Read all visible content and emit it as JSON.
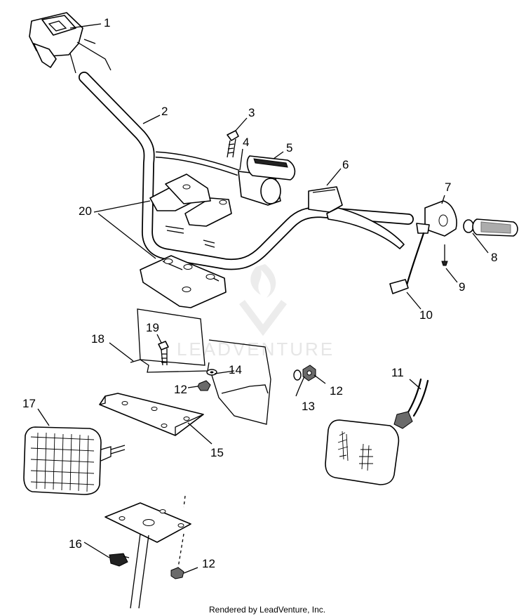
{
  "callouts": [
    {
      "number": "1"
    },
    {
      "number": "2"
    },
    {
      "number": "3"
    },
    {
      "number": "4"
    },
    {
      "number": "5"
    },
    {
      "number": "6"
    },
    {
      "number": "7"
    },
    {
      "number": "8"
    },
    {
      "number": "9"
    },
    {
      "number": "10"
    },
    {
      "number": "11"
    },
    {
      "number": "12"
    },
    {
      "number": "12"
    },
    {
      "number": "12"
    },
    {
      "number": "13"
    },
    {
      "number": "14"
    },
    {
      "number": "15"
    },
    {
      "number": "16"
    },
    {
      "number": "17"
    },
    {
      "number": "18"
    },
    {
      "number": "19"
    },
    {
      "number": "20"
    }
  ],
  "watermark": {
    "text": "LEADVENTURE"
  },
  "footer": {
    "credit": "Rendered by LeadVenture, Inc."
  },
  "colors": {
    "ink": "#000000",
    "background": "#ffffff",
    "watermark": "#e6e6e6"
  }
}
